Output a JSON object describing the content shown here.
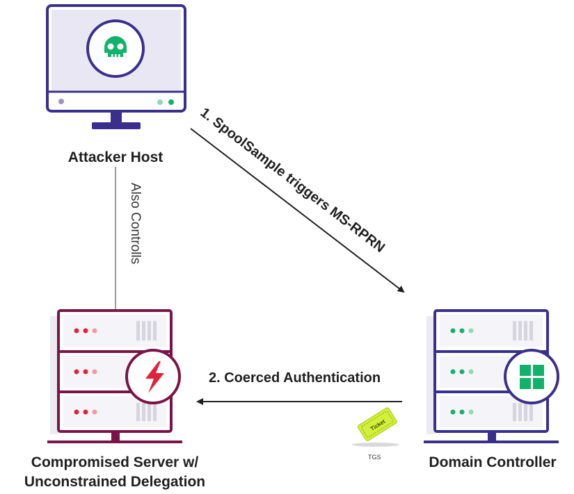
{
  "nodes": {
    "attacker": {
      "label": "Attacker Host",
      "icon": "skull-icon"
    },
    "compromised": {
      "label_line1": "Compromised Server w/",
      "label_line2": "Unconstrained Delegation",
      "icon": "lightning-icon"
    },
    "dc": {
      "label": "Domain Controller",
      "icon": "windows-icon"
    }
  },
  "edges": {
    "spoolsample": "1. SpoolSample triggers MS-RPRN",
    "coerced": "2. Coerced Authentication",
    "controls": "Also Controlls"
  },
  "ticket": {
    "text": "Ticket",
    "caption": "TGS"
  },
  "colors": {
    "monitor": "#3a2f8c",
    "screen": "#e9e7f4",
    "green": "#13b26b",
    "maroon": "#7a1446",
    "red": "#e0233b",
    "server_light": "#ebeaf0",
    "ticket": "#d2f03a"
  }
}
